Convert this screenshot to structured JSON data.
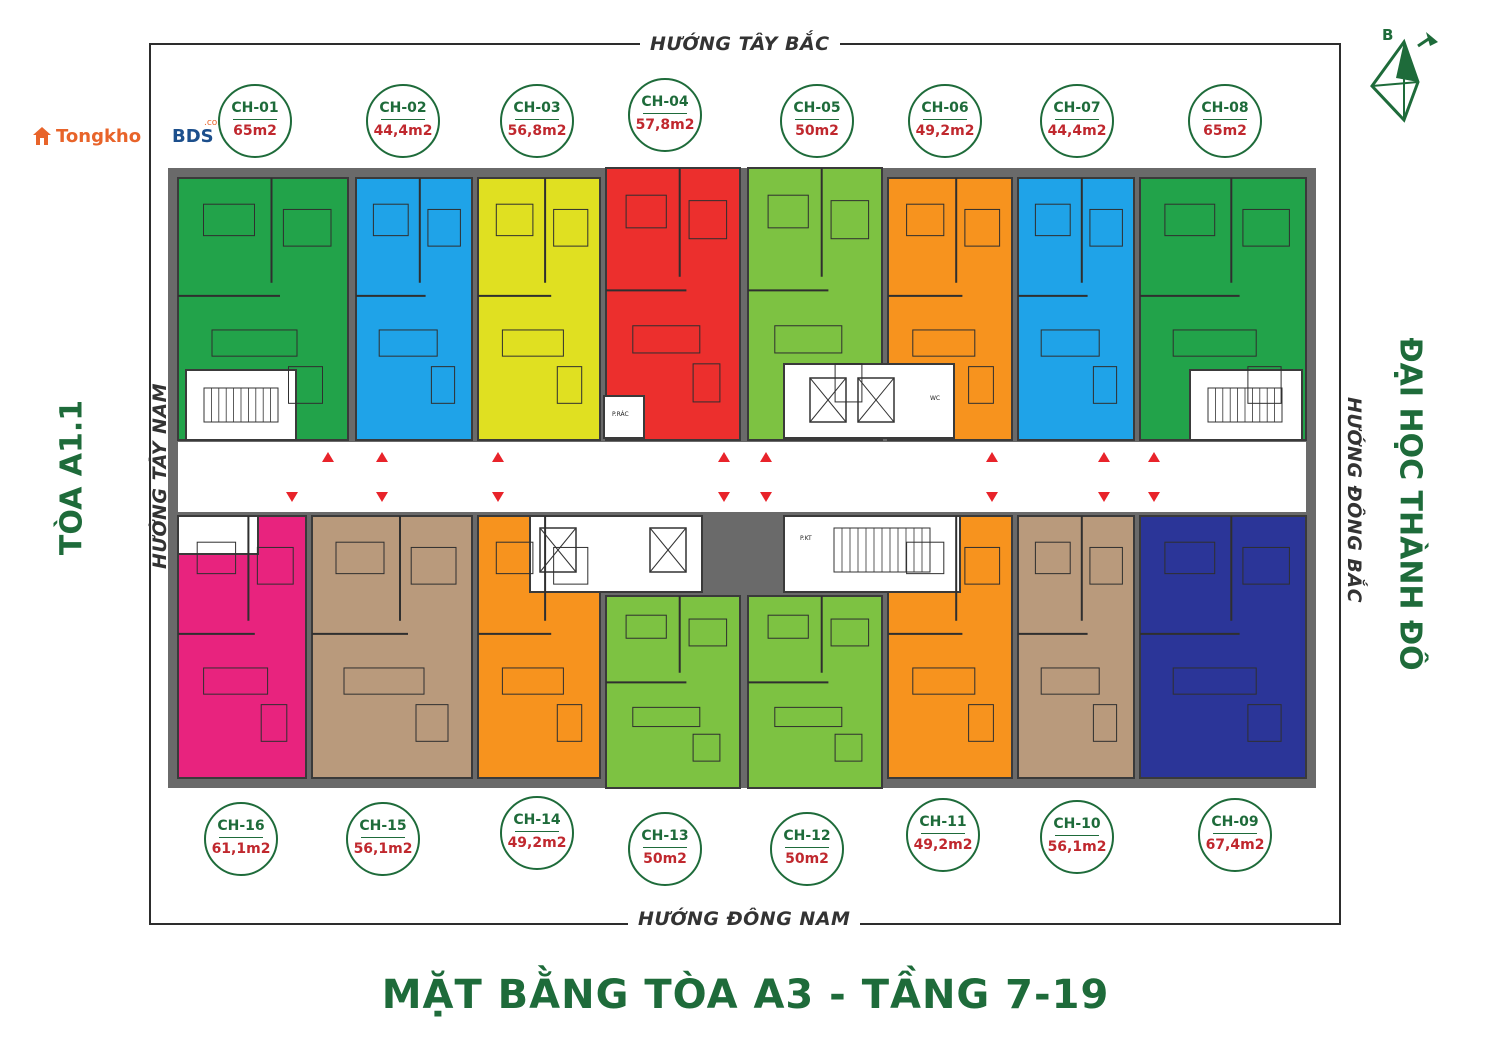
{
  "title": "MẶT BẰNG TÒA A3 - TẦNG 7-19",
  "directions": {
    "north_west": "HƯỚNG TÂY BẮC",
    "south_east": "HƯỚNG ĐÔNG NAM",
    "south_west": "HƯỚNG TÂY NAM",
    "north_east": "HƯỚNG ĐÔNG BẮC"
  },
  "neighbors": {
    "left": "TÒA A1.1",
    "right": "ĐẠI HỌC THÀNH ĐÔ"
  },
  "logo": {
    "brand_a": "Tongkho",
    "brand_b": "BDS",
    "domain": ".com"
  },
  "compass_letter": "B",
  "room_labels": {
    "technical_box": "P.KT",
    "garbage_room": "P.RÁC",
    "wc": "WC"
  },
  "colors": {
    "green": "#22a34a",
    "blue": "#1fa3e8",
    "yellow": "#e0e021",
    "red": "#ec2f2d",
    "light_green": "#7dc242",
    "orange": "#f7931e",
    "magenta": "#e8237e",
    "tan": "#b99a7c",
    "navy": "#2b3598",
    "accent_green": "#1e6b3a",
    "area_red": "#c0282e"
  },
  "units_top": [
    {
      "id": "CH-01",
      "area": "65m2",
      "color": "green"
    },
    {
      "id": "CH-02",
      "area": "44,4m2",
      "color": "blue"
    },
    {
      "id": "CH-03",
      "area": "56,8m2",
      "color": "yellow"
    },
    {
      "id": "CH-04",
      "area": "57,8m2",
      "color": "red"
    },
    {
      "id": "CH-05",
      "area": "50m2",
      "color": "light_green"
    },
    {
      "id": "CH-06",
      "area": "49,2m2",
      "color": "orange"
    },
    {
      "id": "CH-07",
      "area": "44,4m2",
      "color": "blue"
    },
    {
      "id": "CH-08",
      "area": "65m2",
      "color": "green"
    }
  ],
  "units_bottom": [
    {
      "id": "CH-16",
      "area": "61,1m2",
      "color": "magenta"
    },
    {
      "id": "CH-15",
      "area": "56,1m2",
      "color": "tan"
    },
    {
      "id": "CH-14",
      "area": "49,2m2",
      "color": "orange"
    },
    {
      "id": "CH-13",
      "area": "50m2",
      "color": "light_green"
    },
    {
      "id": "CH-12",
      "area": "50m2",
      "color": "light_green"
    },
    {
      "id": "CH-11",
      "area": "49,2m2",
      "color": "orange"
    },
    {
      "id": "CH-10",
      "area": "56,1m2",
      "color": "tan"
    },
    {
      "id": "CH-09",
      "area": "67,4m2",
      "color": "navy"
    }
  ]
}
